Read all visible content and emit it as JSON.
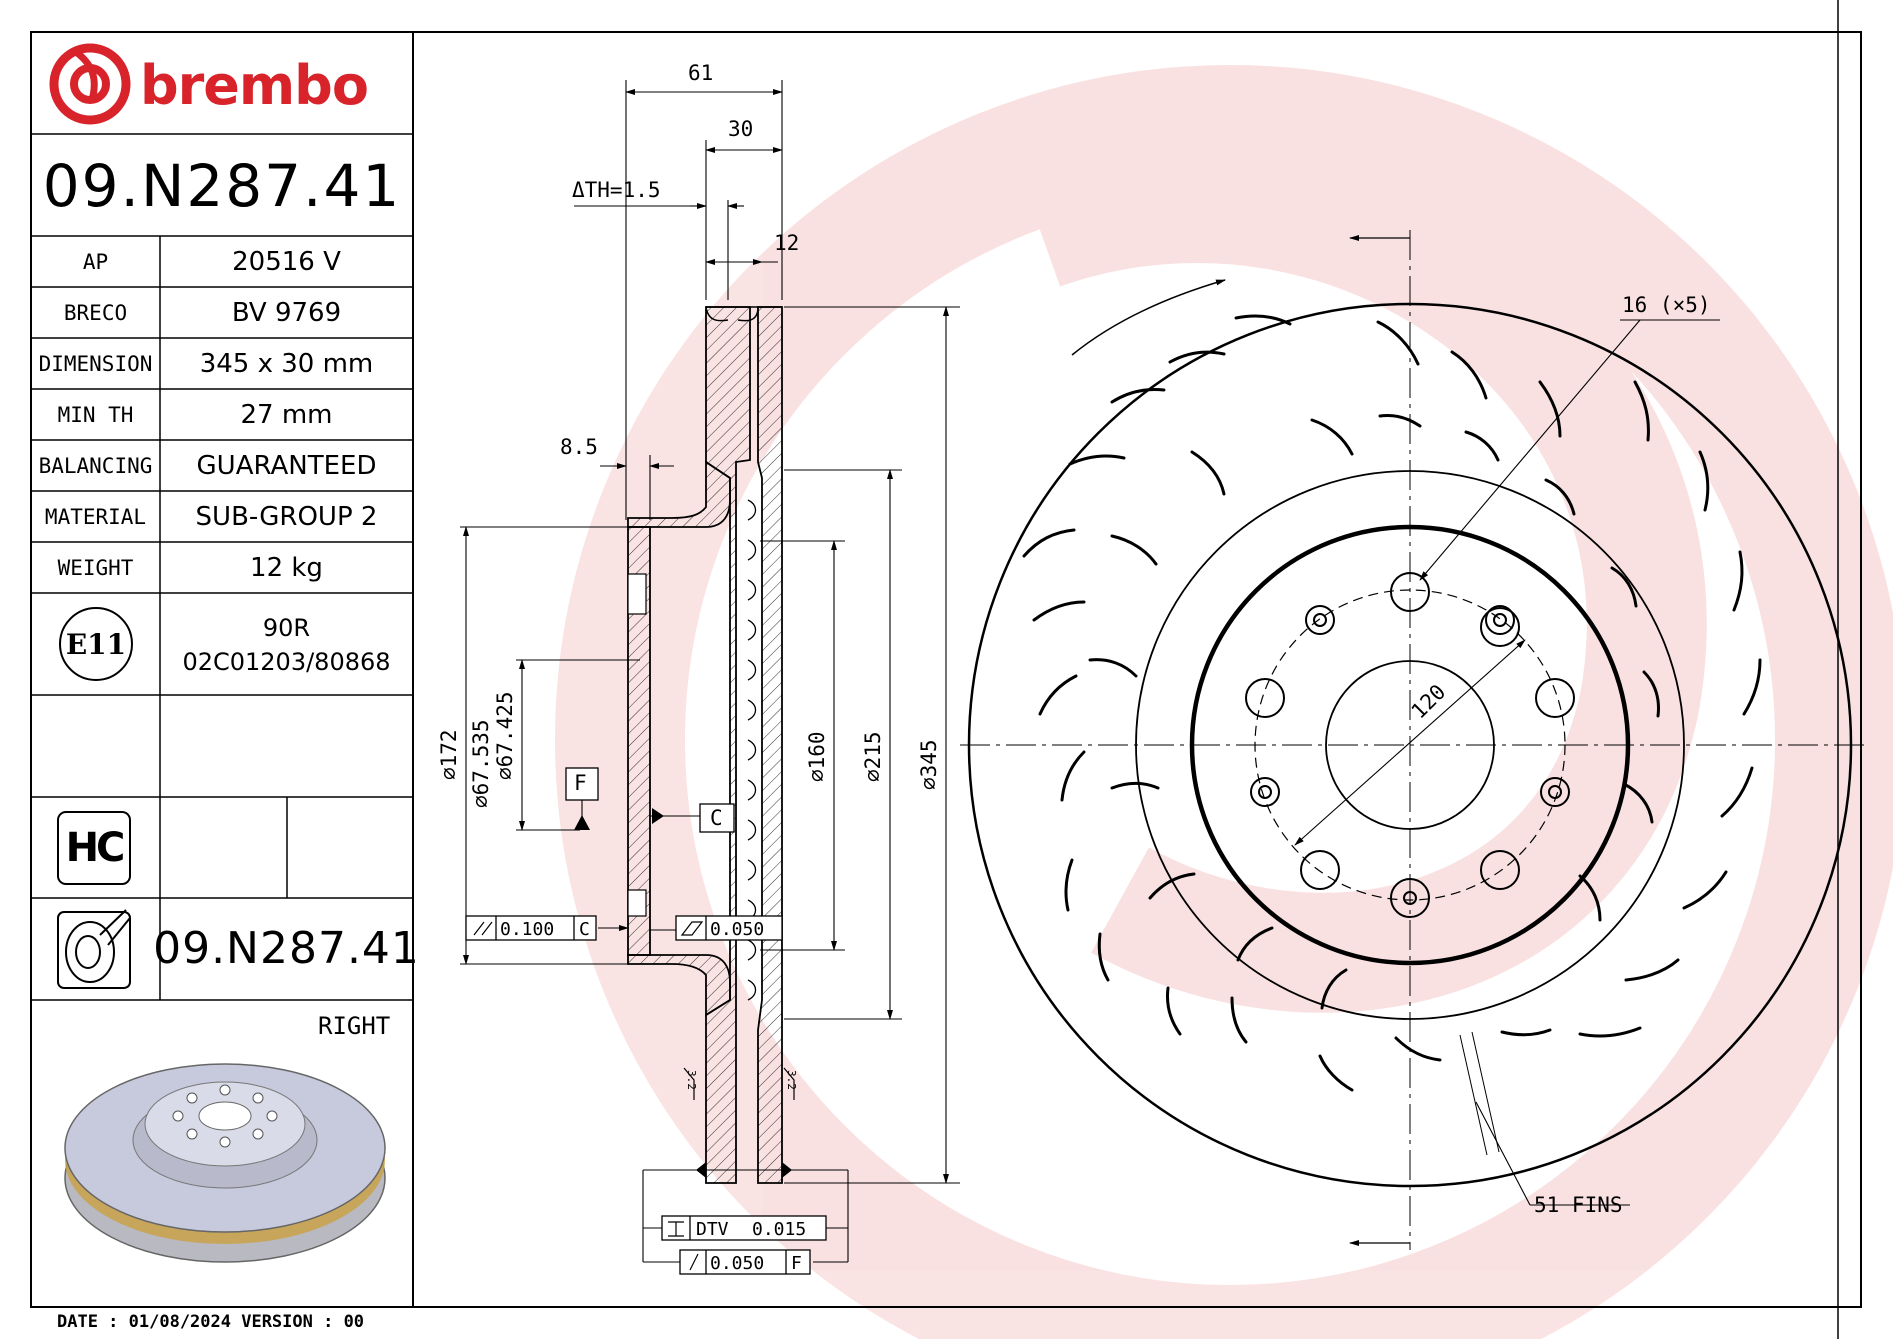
{
  "brand": {
    "name": "brembo",
    "color": "#d8232a"
  },
  "part_number": "09.N287.41",
  "specs": [
    {
      "label": "AP",
      "value": "20516 V"
    },
    {
      "label": "BRECO",
      "value": "BV 9769"
    },
    {
      "label": "DIMENSION",
      "value": "345 x 30 mm"
    },
    {
      "label": "MIN TH",
      "value": "27 mm"
    },
    {
      "label": "BALANCING",
      "value": "GUARANTEED"
    },
    {
      "label": "MATERIAL",
      "value": "SUB-GROUP 2"
    },
    {
      "label": "WEIGHT",
      "value": "12 kg"
    }
  ],
  "homologation": {
    "mark": "E11",
    "line1": "90R",
    "line2": "02C01203/80868"
  },
  "hc_mark": "HC",
  "part_number_bottom": "09.N287.41",
  "side": "RIGHT",
  "footer": "DATE : 01/08/2024 VERSION : 00",
  "dimensions": {
    "width_total": "61",
    "thickness": "30",
    "delta_th": "ΔTH=1.5",
    "inner_offset": "12",
    "hat_wall": "8.5",
    "d172": "⌀172",
    "d67_535": "⌀67.535",
    "d67_425": "⌀67.425",
    "d160": "⌀160",
    "d215": "⌀215",
    "d345": "⌀345",
    "datum_f": "F",
    "datum_c": "C",
    "parallel_tol": "0.100",
    "parallel_ref": "C",
    "flat_tol": "0.050",
    "dtv_label": "DTV",
    "dtv_tol": "0.015",
    "runout_tol": "0.050",
    "runout_ref": "F",
    "rough_left": "3.2",
    "rough_right": "3.2",
    "pcd": "120",
    "holes": "16 (×5)",
    "fins": "51 FINS"
  }
}
